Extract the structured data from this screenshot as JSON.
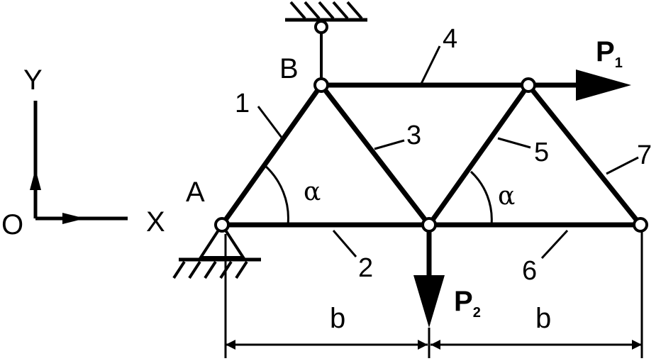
{
  "axes": {
    "origin": "O",
    "x": "X",
    "y": "Y"
  },
  "nodes": {
    "a": "A",
    "b": "B"
  },
  "members": [
    "1",
    "2",
    "3",
    "4",
    "5",
    "6",
    "7"
  ],
  "angles": {
    "left": "α",
    "right": "α"
  },
  "loads": {
    "p1": {
      "letter": "P",
      "sub": "1"
    },
    "p2": {
      "letter": "P",
      "sub": "2"
    }
  },
  "dimensions": {
    "left": "b",
    "right": "b"
  }
}
